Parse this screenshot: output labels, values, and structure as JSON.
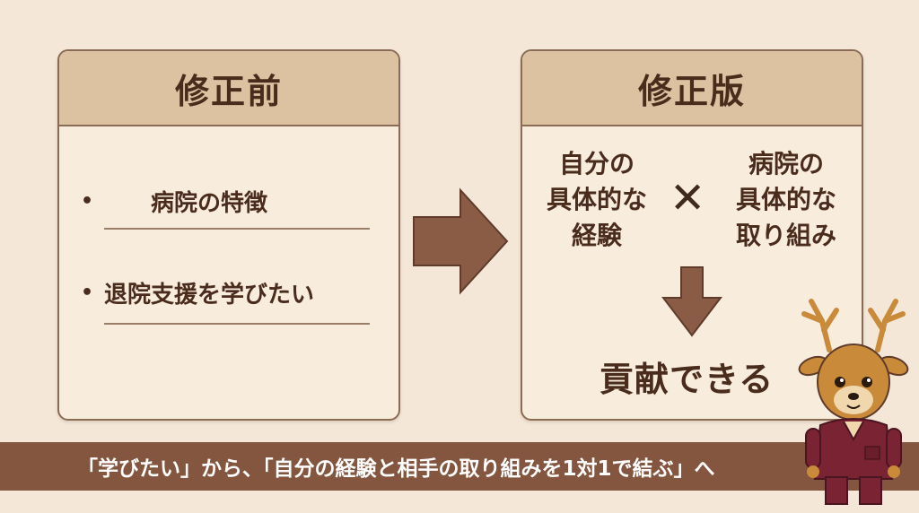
{
  "before": {
    "title": "修正前",
    "bullet": "•",
    "items": [
      "病院の特徴",
      "退院支援を学びたい"
    ]
  },
  "after": {
    "title": "修正版",
    "left_block": [
      "自分の",
      "具体的な",
      "経験"
    ],
    "operator": "✕",
    "right_block": [
      "病院の",
      "具体的な",
      "取り組み"
    ],
    "result": "貢献できる"
  },
  "banner": {
    "text": "「学びたい」から、「自分の経験と相手の取り組みを1対1で結ぶ」へ"
  },
  "colors": {
    "background": "#f4e7d7",
    "header": "#dcc2a1",
    "arrow": "#8a5c45",
    "banner": "#84563f"
  },
  "icons": [
    "right-arrow-icon",
    "down-arrow-icon",
    "deer-mascot-icon"
  ]
}
